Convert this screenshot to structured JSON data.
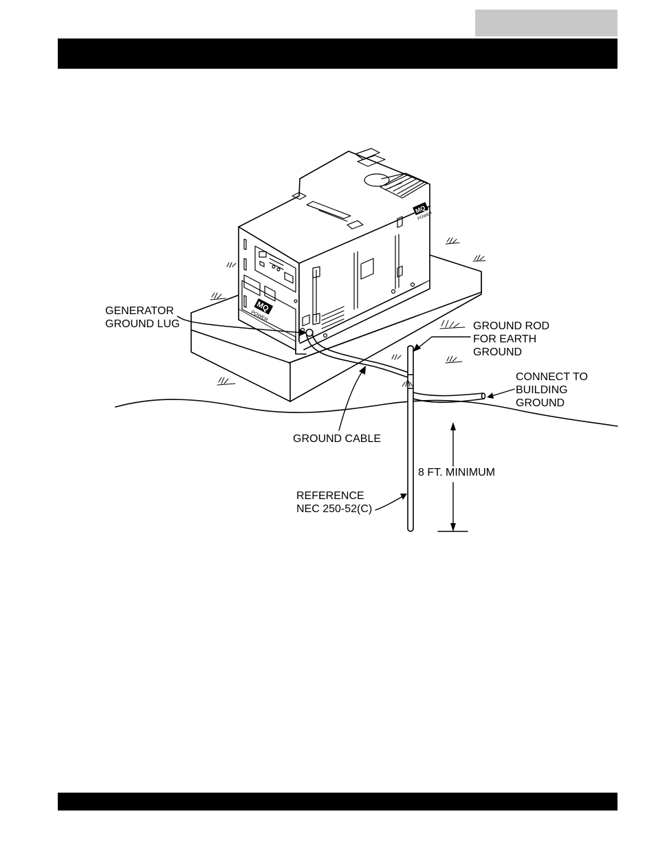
{
  "labels": {
    "generator_ground_lug": [
      "GENERATOR",
      "GROUND LUG"
    ],
    "ground_rod": [
      "GROUND ROD",
      "FOR EARTH",
      "GROUND"
    ],
    "connect_building": [
      "CONNECT TO",
      "BUILDING",
      "GROUND"
    ],
    "ground_cable": "GROUND CABLE",
    "min_depth": "8 FT. MINIMUM",
    "reference": [
      "REFERENCE",
      "NEC 250-52(C)"
    ]
  },
  "logo": {
    "brand": "MQ",
    "text": "POWER"
  }
}
